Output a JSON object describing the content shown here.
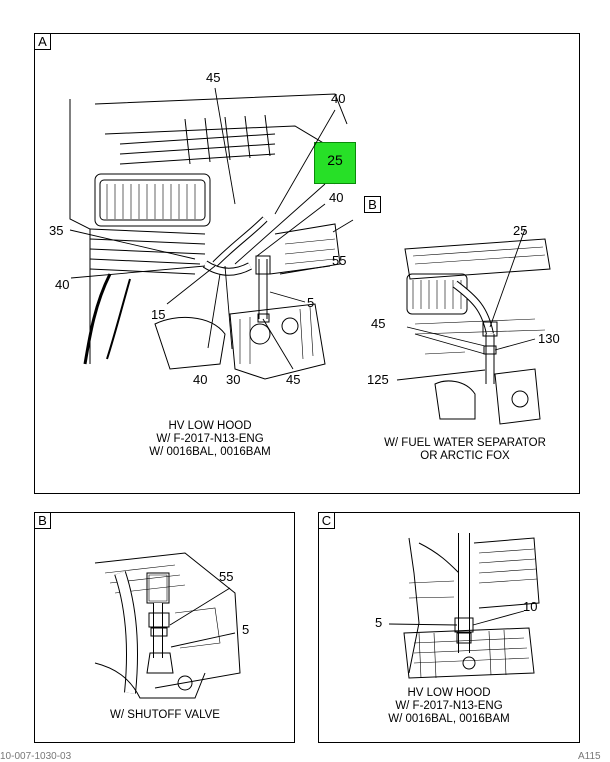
{
  "panels": {
    "a": {
      "letter": "A",
      "captions": {
        "main": [
          "HV LOW HOOD",
          "W/ F-2017-N13-ENG",
          "W/ 0016BAL, 0016BAM"
        ],
        "side": [
          "W/ FUEL WATER SEPARATOR",
          "OR ARCTIC FOX"
        ]
      },
      "view_ref": "B",
      "callouts": {
        "c45_top": "45",
        "c40_top": "40",
        "c25_highlight": "25",
        "c40_mid": "40",
        "c35": "35",
        "c40_left": "40",
        "c15": "15",
        "c40_bottom": "40",
        "c30": "30",
        "c45_bottom": "45",
        "c55": "55",
        "c5": "5",
        "c25_side": "25",
        "c45_side": "45",
        "c130": "130",
        "c125": "125"
      },
      "highlight_color": "#27e027"
    },
    "b": {
      "letter": "B",
      "caption": [
        "W/ SHUTOFF VALVE"
      ],
      "callouts": {
        "c55": "55",
        "c5": "5"
      }
    },
    "c": {
      "letter": "C",
      "caption": [
        "HV LOW HOOD",
        "W/ F-2017-N13-ENG",
        "W/ 0016BAL, 0016BAM"
      ],
      "callouts": {
        "c5": "5",
        "c10": "10"
      }
    }
  },
  "footer": {
    "left": "10-007-1030-03",
    "right": "A115"
  }
}
